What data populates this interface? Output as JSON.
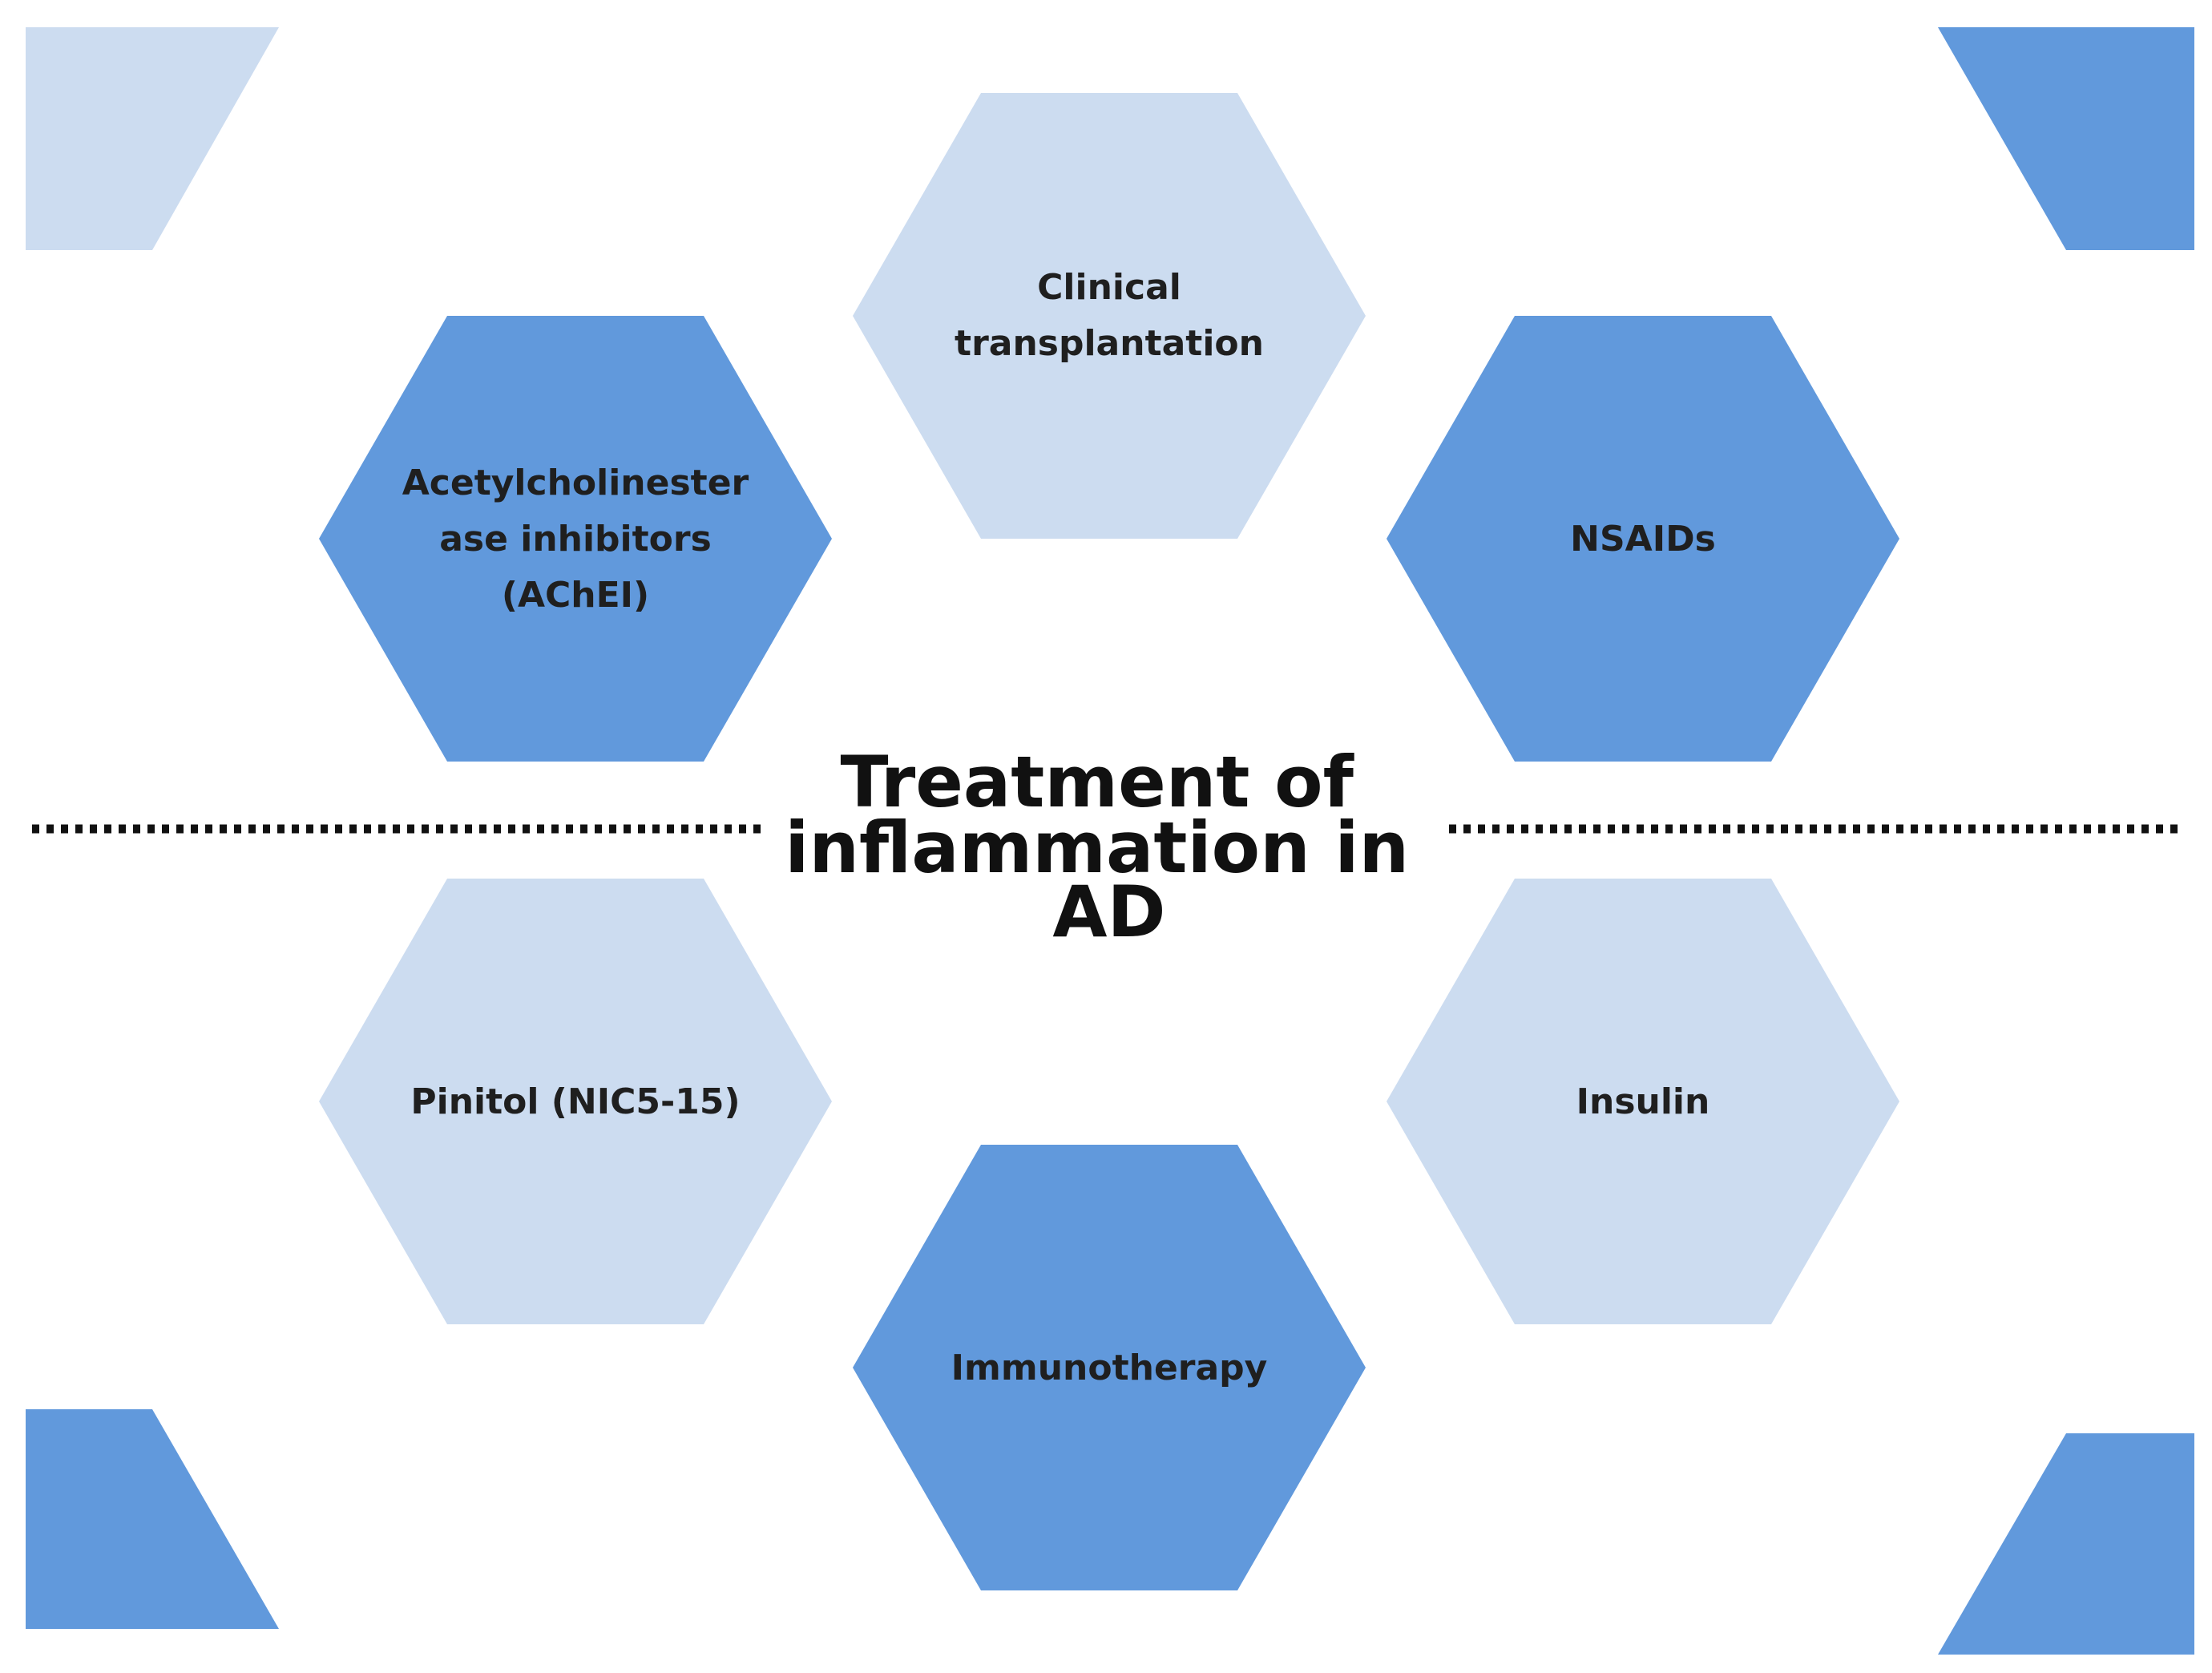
{
  "diagram": {
    "title_lines": [
      "Treatment of",
      "inflammation in",
      "AD"
    ],
    "colors": {
      "light": "#ccdcf0",
      "dark": "#6199dc",
      "text": "#1f1f1f",
      "title": "#111111",
      "divider": "#111111",
      "background": "#ffffff"
    },
    "nodes": [
      {
        "id": "clinical-transplantation",
        "lines": [
          "Clinical",
          "transplantation"
        ],
        "shade": "light"
      },
      {
        "id": "acetylcholinesterase-inhibitors",
        "lines": [
          "Acetylcholinester",
          "ase inhibitors",
          "(AChEI)"
        ],
        "shade": "dark"
      },
      {
        "id": "nsaids",
        "lines": [
          "NSAIDs"
        ],
        "shade": "dark"
      },
      {
        "id": "pinitol",
        "lines": [
          "Pinitol (NIC5-15)"
        ],
        "shade": "light"
      },
      {
        "id": "insulin",
        "lines": [
          "Insulin"
        ],
        "shade": "light"
      },
      {
        "id": "immunotherapy",
        "lines": [
          "Immunotherapy"
        ],
        "shade": "dark"
      }
    ],
    "corners": [
      {
        "id": "top-left",
        "shade": "light"
      },
      {
        "id": "top-right",
        "shade": "dark"
      },
      {
        "id": "bottom-left",
        "shade": "dark"
      },
      {
        "id": "bottom-right",
        "shade": "dark"
      }
    ]
  }
}
